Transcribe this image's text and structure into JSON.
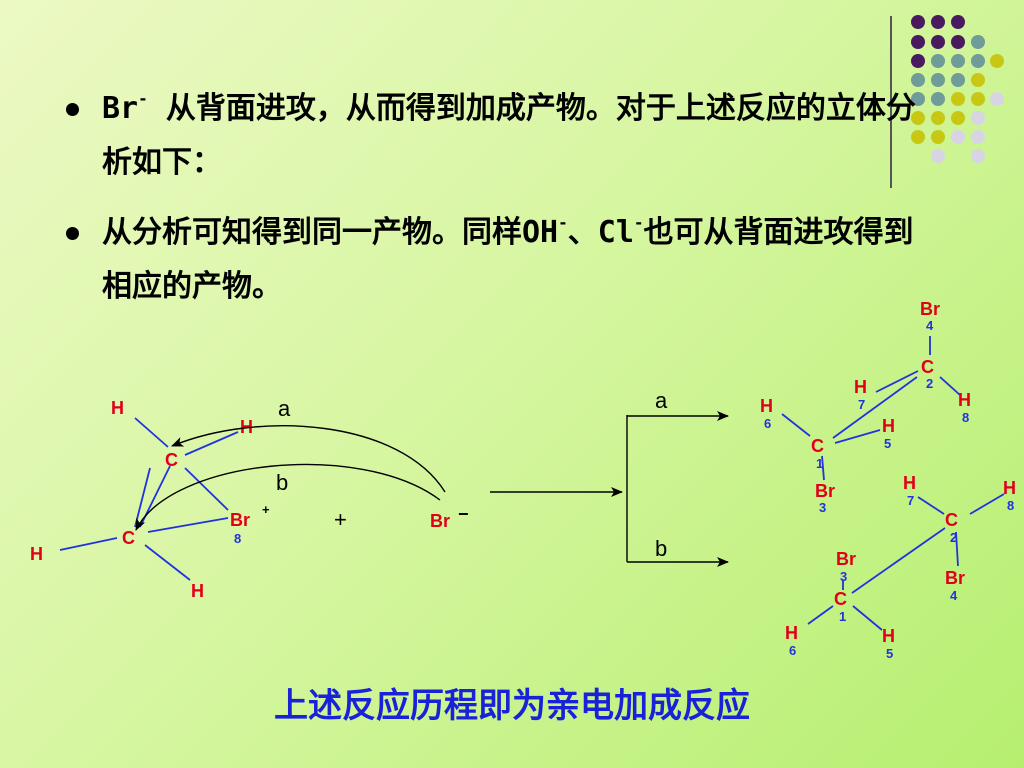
{
  "bullets": [
    {
      "text_a": "Br",
      "sup_a": "-",
      "text_b": " 从背面进攻，从而得到加成产物。对于上述反应的立体分析如下：",
      "sup_b": "",
      "text_c": "",
      "sup_c": "",
      "text_d": ""
    },
    {
      "text_a": "从分析可知得到同一产物。同样OH",
      "sup_a": "-",
      "text_b": "、Cl",
      "sup_b": "-",
      "text_c": "也可从背面进攻得到相应的产物。",
      "sup_c": "",
      "text_d": ""
    }
  ],
  "conclusion": "上述反应历程即为亲电加成反应",
  "colors": {
    "atom_text": "#e0001a",
    "bond": "#2233dd",
    "conclusion": "#1a22d8"
  },
  "decor_dots": {
    "colors": [
      "#4a1a5e",
      "#6f9b98",
      "#c8c814",
      "#d8d4e6"
    ]
  },
  "left_structure": {
    "atoms": {
      "h_top": "H",
      "h_mid": "H",
      "c_upper": "C",
      "c_lower": "C",
      "br_bridge": "Br",
      "br_bridge_sup": "+",
      "br_bridge_num": "8",
      "h_left": "H",
      "h_bottom": "H"
    },
    "path_labels": {
      "a": "a",
      "b": "b"
    },
    "plus": "+",
    "bromide": "Br",
    "bromide_sup": "−"
  },
  "branch_labels": {
    "a": "a",
    "b": "b"
  },
  "product_a": {
    "br4": "Br",
    "n4": "4",
    "c2": "C",
    "n2": "2",
    "h7": "H",
    "n7": "7",
    "h8": "H",
    "n8": "8",
    "h6": "H",
    "n6": "6",
    "c1": "C",
    "n1": "1",
    "h5": "H",
    "n5": "5",
    "br3": "Br",
    "n3": "3"
  },
  "product_b": {
    "h7": "H",
    "n7": "7",
    "h8": "H",
    "n8": "8",
    "c2": "C",
    "n2": "2",
    "br4": "Br",
    "n4": "4",
    "br3": "Br",
    "n3": "3",
    "c1": "C",
    "n1": "1",
    "h6": "H",
    "n6": "6",
    "h5": "H",
    "n5": "5"
  }
}
